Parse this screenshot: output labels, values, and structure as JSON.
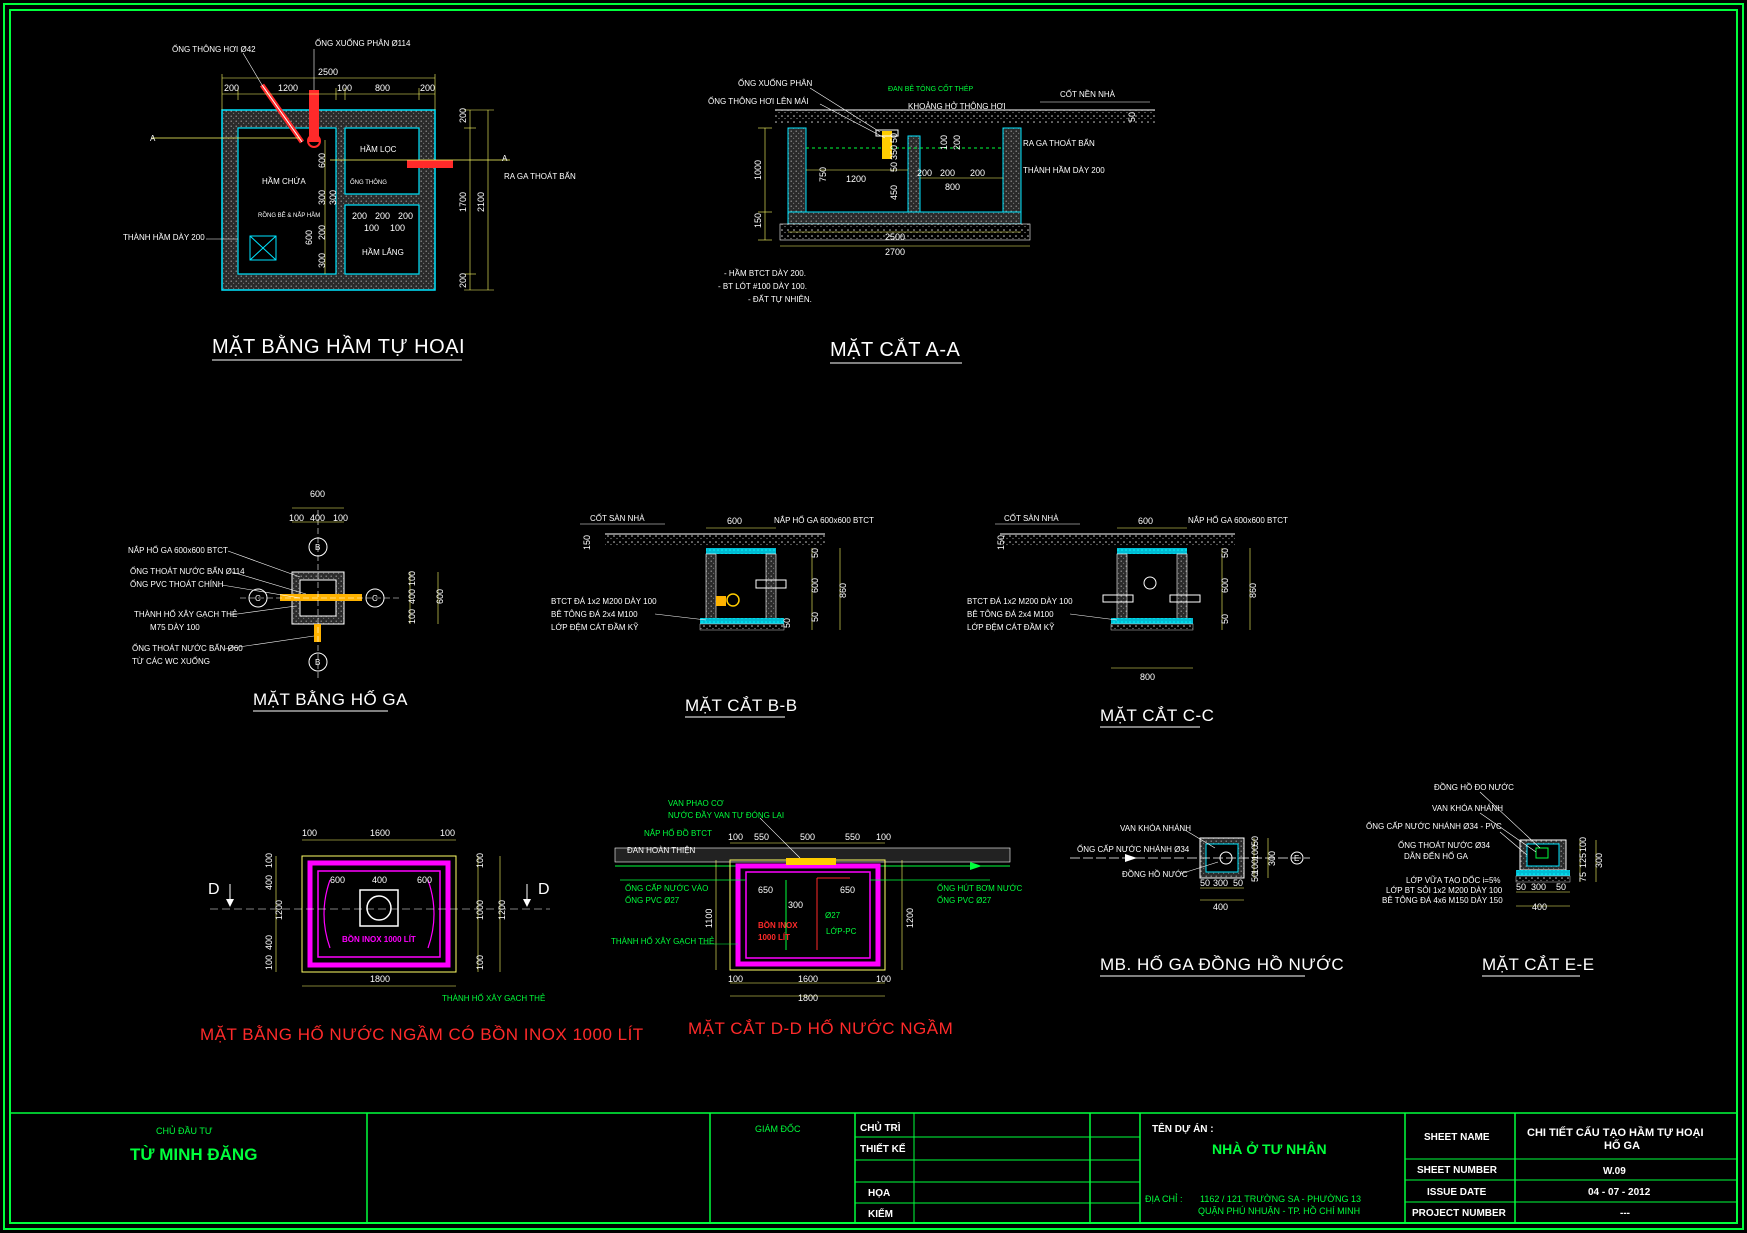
{
  "colors": {
    "background": "#000000",
    "border": "#00ff3c",
    "wall": "#00e5ff",
    "title_red": "#ff2a2a",
    "magenta": "#ff00ff",
    "pipe_red": "#ff2a2a",
    "dim_lines": "#ffff66"
  },
  "plan_septic": {
    "title": "MẶT BẰNG HẦM TỰ HOẠI",
    "labels": {
      "vent_pipe": "ỐNG THÔNG HƠI Ø42",
      "waste_pipe": "ỐNG XUỐNG PHÂN Ø114",
      "chamber_store": "HẦM CHỨA",
      "chamber_filter": "HẦM LỌC",
      "chamber_settle": "HẦM LẮNG",
      "outlet": "RA GA THOÁT BẨN",
      "wall": "THÀNH HẦM DÀY 200",
      "vent": "ỐNG THÔNG",
      "lid": "RỒNG BÊ & NẮP HẦM",
      "sec_a1": "A",
      "sec_a2": "A"
    },
    "dims_top": [
      "200",
      "1200",
      "100",
      "800",
      "200"
    ],
    "dim_total": "2500",
    "dims_right": [
      "200",
      "1700",
      "200"
    ],
    "dim_right_total": "2100",
    "dims_inner": [
      "600",
      "300",
      "300",
      "200",
      "600",
      "300",
      "200",
      "200",
      "100",
      "100",
      "200"
    ]
  },
  "section_aa": {
    "title": "MẶT CẮT A-A",
    "labels": {
      "waste_pipe": "ỐNG XUỐNG PHÂN",
      "vent_roof": "ỐNG THÔNG HƠI LÊN MÁI",
      "slab": "ĐAN BÊ TÔNG CỐT THÉP",
      "vent_gap": "KHOẢNG HỞ THÔNG HƠI",
      "floor": "CỐT NỀN NHÀ",
      "outlet": "RA GA THOÁT BẨN",
      "wall": "THÀNH HẦM DÀY 200",
      "note1": "- HẦM BTCT DÀY 200.",
      "note2": "- BT LÓT #100 DÀY 100.",
      "note3": "- ĐẤT TỰ NHIÊN."
    },
    "dims": {
      "h_total": "1000",
      "h_150": "150",
      "h_750": "750",
      "h_450": "450",
      "w_1200": "1200",
      "w_800": "800",
      "w_2500": "2500",
      "w_2700": "2700",
      "top_50": "50",
      "a": "200",
      "b": "200",
      "c": "200",
      "v1": "50",
      "v2": "350",
      "v3": "50",
      "v4": "100",
      "v5": "200"
    }
  },
  "plan_pit": {
    "title": "MẶT BẰNG HỐ GA",
    "labels": {
      "lid": "NẮP HỐ GA 600x600 BTCT",
      "pipe_drain": "ỐNG THOÁT NƯỚC BẨN Ø114",
      "pipe_pvc": "ỐNG PVC THOÁT CHÍNH",
      "wall1": "THÀNH HỐ XÂY GẠCH THẺ",
      "wall2": "M75 DÀY 100",
      "pipe_wc": "ỐNG THOÁT NƯỚC BẨN Ø60",
      "pipe_wc2": "TỪ CÁC WC XUỐNG",
      "mark_b": "B",
      "mark_c": "C"
    },
    "dims_top": [
      "100",
      "400",
      "100"
    ],
    "dim_top_total": "600",
    "dims_right": [
      "100",
      "400",
      "100"
    ],
    "dim_right_total": "600"
  },
  "section_bb": {
    "title": "MẶT CẮT B-B",
    "labels": {
      "floor": "CỐT SÀN NHÀ",
      "lid": "NẮP HỐ GA 600x600 BTCT",
      "l1": "BTCT ĐÁ 1x2 M200 DÀY 100",
      "l2": "BÊ TÔNG ĐÁ 2x4 M100",
      "l3": "LỚP ĐỆM CÁT ĐẦM KỸ"
    },
    "dims": {
      "w": "600",
      "h150": "150",
      "h600": "600",
      "h50a": "50",
      "h50b": "50",
      "h50c": "50",
      "h860": "860"
    }
  },
  "section_cc": {
    "title": "MẶT CẮT C-C",
    "labels": {
      "floor": "CỐT SÀN NHÀ",
      "lid": "NẮP HỐ GA 600x600 BTCT",
      "l1": "BTCT ĐÁ 1x2 M200 DÀY 100",
      "l2": "BÊ TÔNG ĐÁ 2x4 M100",
      "l3": "LỚP ĐỆM CÁT ĐẦM KỸ"
    },
    "dims": {
      "w": "600",
      "w_bottom": "800",
      "h150": "150",
      "h600": "600",
      "h50a": "50",
      "h50b": "50",
      "h860": "860"
    }
  },
  "plan_tank": {
    "title": "MẶT BẰNG HỐ NƯỚC NGẦM CÓ BỒN INOX 1000 LÍT",
    "labels": {
      "tank": "BỒN INOX 1000 LÍT",
      "wall": "THÀNH HỐ XÂY GẠCH THẺ",
      "d1": "D",
      "d2": "D"
    },
    "dims_top": [
      "100",
      "1600",
      "100"
    ],
    "dims_inner": [
      "600",
      "400",
      "600"
    ],
    "dim_bottom": "1800",
    "dims_left": [
      "100",
      "400",
      "1200",
      "400",
      "100"
    ],
    "dims_right": [
      "100",
      "1000",
      "100",
      "1200"
    ]
  },
  "section_dd": {
    "title": "MẶT CẮT D-D HỐ NƯỚC NGẦM",
    "labels": {
      "float": "VAN PHAO CƠ",
      "float2": "NƯỚC ĐẦY VAN TỰ ĐÓNG LẠI",
      "lid": "NẮP HỐ ĐỒ BTCT",
      "finish": "ĐAN HOÀN THIỆN",
      "pipe_in": "ỐNG CẤP NƯỚC VÀO",
      "pvc_in": "ỐNG PVC Ø27",
      "pump": "ỐNG HÚT BƠM NƯỚC",
      "pvc_out": "ỐNG PVC Ø27",
      "wall": "THÀNH HỐ XÂY GẠCH THẺ",
      "tank": "BỒN INOX",
      "tank2": "1000 LÍT",
      "pvc": "LỚP-PC",
      "p27": "Ø27"
    },
    "dims_top": [
      "100",
      "550",
      "500",
      "550",
      "100"
    ],
    "dims_inner": [
      "650",
      "300",
      "650"
    ],
    "dims_bottom": [
      "100",
      "1600",
      "100"
    ],
    "dim_total": "1800",
    "h_left": "1100",
    "h_right": "1200"
  },
  "plan_meter": {
    "title": "MB. HỐ GA ĐỒNG HỒ NƯỚC",
    "labels": {
      "valve": "VAN KHÓA NHÁNH",
      "pipe": "ỐNG CẤP NƯỚC NHÁNH Ø34",
      "meter": "ĐỒNG HỒ NƯỚC",
      "mark": "E"
    },
    "dims_bottom": [
      "50",
      "300",
      "50"
    ],
    "dim_bottom_total": "400",
    "dims_right": [
      "50",
      "100",
      "100",
      "50"
    ],
    "dim_right_total": "300"
  },
  "section_ee": {
    "title": "MẶT CẮT E-E",
    "labels": {
      "meter": "ĐỒNG HỒ ĐO NƯỚC",
      "valve": "VAN KHÓA NHÁNH",
      "pipe": "ỐNG CẤP NƯỚC NHÁNH Ø34 - PVC",
      "drain": "ỐNG THOÁT NƯỚC Ø34",
      "drain2": "DẪN ĐẾN HỐ GA",
      "l1": "LỚP VỮA TẠO DỐC i=5%",
      "l2": "LỚP BT SỎI 1x2 M200 DÀY 100",
      "l3": "BÊ TÔNG ĐÁ 4x6 M150 DÀY 150"
    },
    "dims_bottom": [
      "50",
      "300",
      "50"
    ],
    "dim_bottom_total": "400",
    "dims_right": [
      "100",
      "125",
      "75"
    ],
    "dim_right_total": "300"
  },
  "title_block": {
    "owner_label": "CHỦ ĐẦU TƯ",
    "owner": "TỪ MINH ĐĂNG",
    "director": "GIÁM ĐỐC",
    "roles": [
      "CHỦ TRÌ",
      "THIẾT KẾ",
      "HỌA",
      "KIỂM"
    ],
    "project_label": "TÊN DỰ ÁN :",
    "project": "NHÀ Ở TƯ NHÂN",
    "address_label": "ĐỊA CHỈ :",
    "address1": "1162 / 121 TRƯỜNG SA - PHƯỜNG 13",
    "address2": "QUẬN PHÚ NHUẬN - TP. HỒ CHÍ MINH",
    "sheet_name_label": "SHEET NAME",
    "sheet_name1": "CHI TIẾT CẤU TẠO HẦM TỰ HOẠI",
    "sheet_name2": "HỐ GA",
    "sheet_number_label": "SHEET NUMBER",
    "sheet_number": "W.09",
    "issue_label": "ISSUE DATE",
    "issue": "04 - 07 - 2012",
    "project_number_label": "PROJECT NUMBER",
    "project_number": "---"
  }
}
